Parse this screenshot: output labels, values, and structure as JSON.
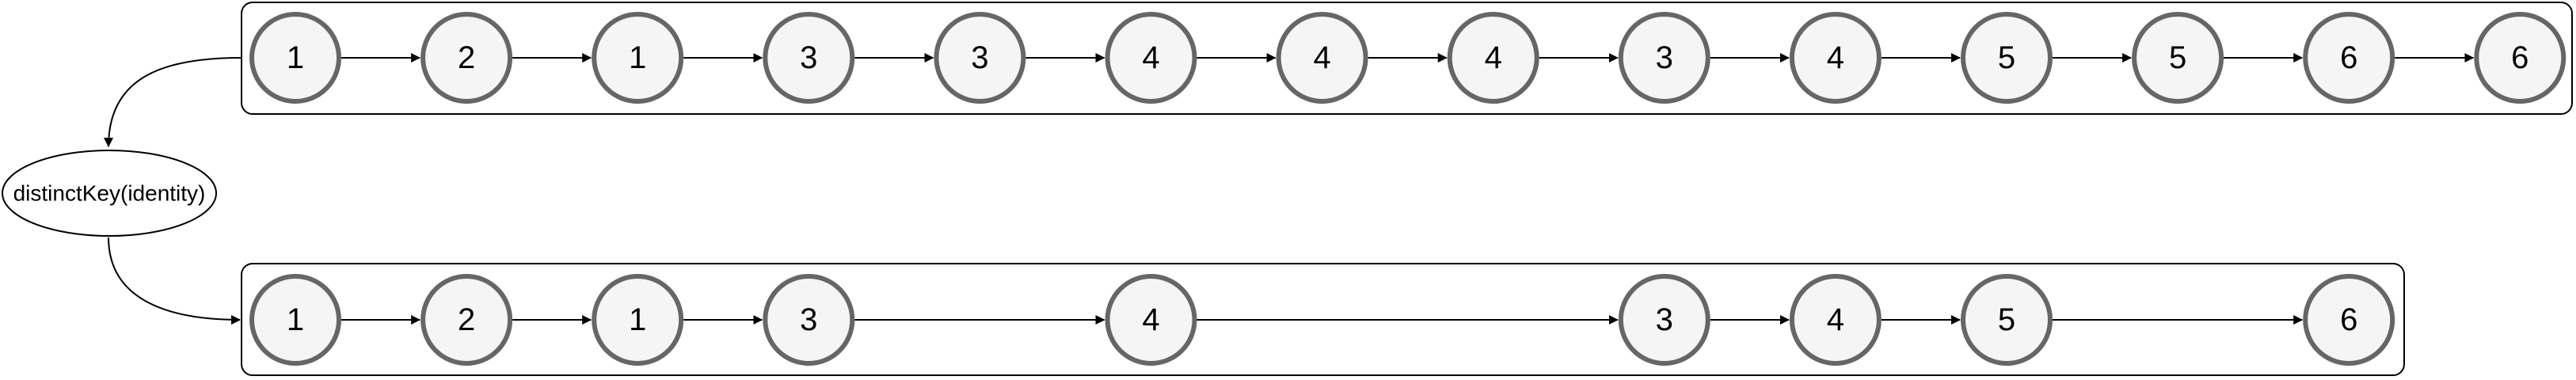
{
  "diagram": {
    "operator": {
      "label": "distinctKey(identity)"
    },
    "input_stream": {
      "values": [
        "1",
        "2",
        "1",
        "3",
        "3",
        "4",
        "4",
        "4",
        "3",
        "4",
        "5",
        "5",
        "6",
        "6"
      ]
    },
    "output_stream": {
      "values": [
        "1",
        "2",
        "1",
        "3",
        "4",
        "3",
        "4",
        "5",
        "6"
      ],
      "source_positions": [
        0,
        1,
        2,
        3,
        5,
        8,
        9,
        10,
        12
      ]
    },
    "colors": {
      "node_fill": "#f5f5f5",
      "node_stroke": "#666666",
      "line": "#000000",
      "background": "#ffffff"
    }
  }
}
